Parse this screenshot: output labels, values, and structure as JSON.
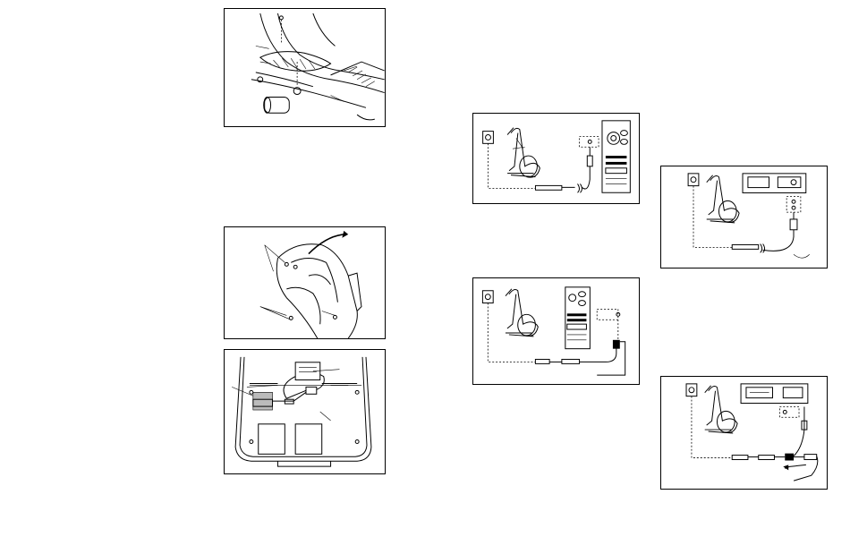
{
  "figures": [
    {
      "id": "assembly-left-leg"
    },
    {
      "id": "console-cover-screws"
    },
    {
      "id": "console-wiring-underside"
    },
    {
      "id": "connect-portable-player"
    },
    {
      "id": "connect-stereo-system"
    },
    {
      "id": "connect-pc"
    },
    {
      "id": "connect-vcr-tv"
    }
  ],
  "colors": {
    "line": "#000000",
    "background": "#ffffff"
  }
}
